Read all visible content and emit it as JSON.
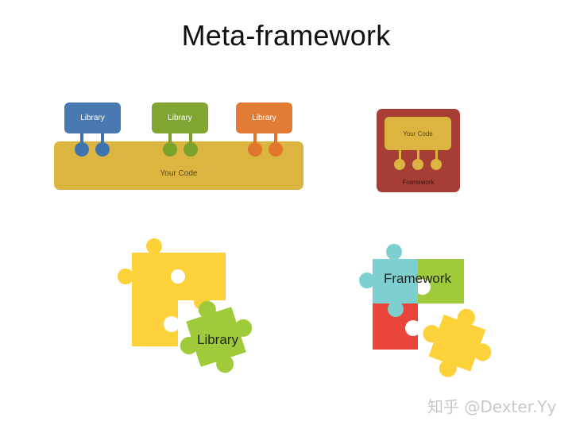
{
  "title": "Meta-framework",
  "library_diagram": {
    "libraries": [
      {
        "label": "Library",
        "color": "#3f73ad"
      },
      {
        "label": "Library",
        "color": "#7aa129"
      },
      {
        "label": "Library",
        "color": "#e1752b"
      }
    ],
    "code_label": "Your Code",
    "code_color": "#dcb440"
  },
  "framework_diagram": {
    "code_label": "Your Code",
    "framework_label": "Framework",
    "framework_color": "#a63e35"
  },
  "puzzles": {
    "library_label": "Library",
    "framework_label": "Framework",
    "colors": {
      "yellow": "#fdd13a",
      "green": "#9fcb3b",
      "teal": "#7ecfcf",
      "red": "#e9453b"
    }
  },
  "watermark": "知乎 @Dexter.Yy"
}
